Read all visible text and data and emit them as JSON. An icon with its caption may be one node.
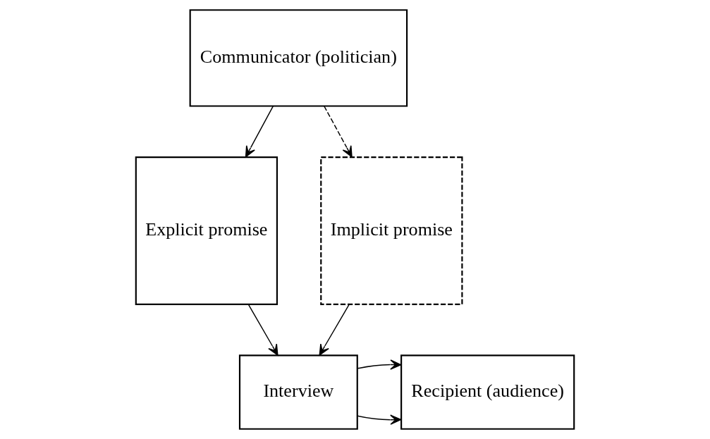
{
  "diagram": {
    "nodes": [
      {
        "text": [
          "Communicator (politician)"
        ]
      },
      {
        "text": [
          "Explicit promise"
        ]
      },
      {
        "text": [
          "Implicit promise"
        ]
      },
      {
        "text": [
          "Interview"
        ]
      },
      {
        "text": [
          "Recipient (audience)"
        ]
      }
    ],
    "edges": [
      {
        "from": 0,
        "to": 1,
        "arrow": "to"
      },
      {
        "from": 0,
        "to": 2,
        "arrow": "to",
        "style": "dashed"
      },
      {
        "from": 2,
        "to": 3,
        "arrow": "to"
      },
      {
        "from": 1,
        "to": 3,
        "arrow": "to"
      },
      {
        "from": 3,
        "to": 4,
        "arrow": "to"
      },
      {
        "from": 3,
        "to": 4,
        "arrow": "to"
      }
    ]
  }
}
